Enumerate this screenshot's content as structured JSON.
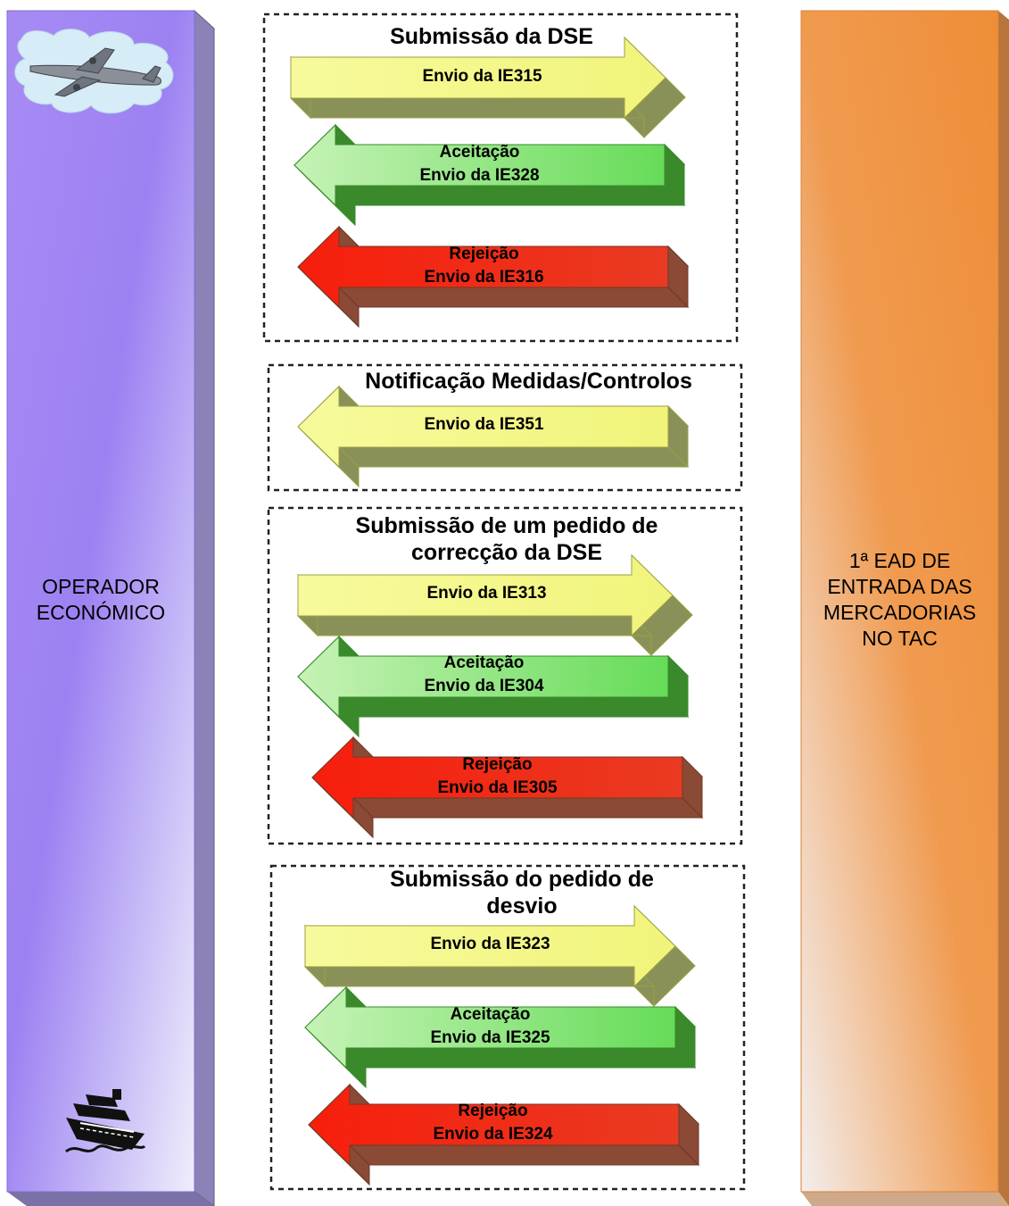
{
  "left_column": {
    "label": "OPERADOR\nECONÓMICO"
  },
  "right_column": {
    "label": "1ª EAD DE\nENTRADA DAS\nMERCADORIAS\nNO TAC"
  },
  "icons": {
    "top": "airplane-icon",
    "bottom": "ship-icon"
  },
  "colors": {
    "left_column": "#9b80f2",
    "right_column": "#ef8f3c",
    "send_arrow": "#f4f786",
    "accept_arrow": "#6fde60",
    "reject_arrow": "#f0200e"
  },
  "groups": [
    {
      "title": "Submissão da DSE",
      "messages": [
        {
          "label": "Envio da IE315",
          "kind": "send",
          "direction": "right"
        },
        {
          "label": "Aceitação\nEnvio da IE328",
          "kind": "accept",
          "direction": "left"
        },
        {
          "label": "Rejeição\nEnvio da IE316",
          "kind": "reject",
          "direction": "left"
        }
      ]
    },
    {
      "title": "Notificação Medidas/Controlos",
      "messages": [
        {
          "label": "Envio da IE351",
          "kind": "send",
          "direction": "left"
        }
      ]
    },
    {
      "title": "Submissão de um pedido de\ncorrecção da DSE",
      "messages": [
        {
          "label": "Envio da IE313",
          "kind": "send",
          "direction": "right"
        },
        {
          "label": "Aceitação\nEnvio da IE304",
          "kind": "accept",
          "direction": "left"
        },
        {
          "label": "Rejeição\nEnvio da IE305",
          "kind": "reject",
          "direction": "left"
        }
      ]
    },
    {
      "title": "Submissão do pedido de\ndesvio",
      "messages": [
        {
          "label": "Envio da IE323",
          "kind": "send",
          "direction": "right"
        },
        {
          "label": "Aceitação\nEnvio da IE325",
          "kind": "accept",
          "direction": "left"
        },
        {
          "label": "Rejeição\nEnvio da IE324",
          "kind": "reject",
          "direction": "left"
        }
      ]
    }
  ]
}
